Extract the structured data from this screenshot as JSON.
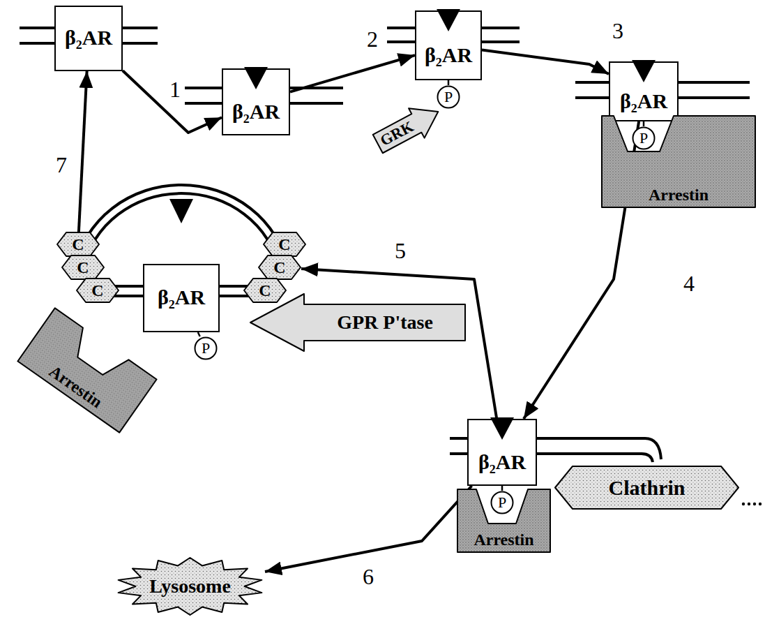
{
  "diagram": {
    "nodes": [
      {
        "text": [
          "β₂AR"
        ]
      },
      {
        "text": [
          "β₂AR"
        ]
      },
      {
        "text": [
          "β₂AR"
        ]
      },
      {
        "text": [
          "P"
        ]
      },
      {
        "text": [
          "GRK"
        ]
      },
      {
        "text": [
          "β₂AR"
        ]
      },
      {
        "text": [
          "P"
        ]
      },
      {
        "text": [
          "Arrestin"
        ]
      },
      {
        "text": [
          "β₂AR"
        ]
      },
      {
        "text": [
          "P"
        ]
      },
      {
        "text": [
          "Arrestin"
        ]
      },
      {
        "text": [
          "Clathrin"
        ]
      },
      {
        "text": [
          "C"
        ]
      },
      {
        "text": [
          "C"
        ]
      },
      {
        "text": [
          "C"
        ]
      },
      {
        "text": [
          "C"
        ]
      },
      {
        "text": [
          "C"
        ]
      },
      {
        "text": [
          "C"
        ]
      },
      {
        "text": [
          "β₂AR"
        ]
      },
      {
        "text": [
          "P"
        ]
      },
      {
        "text": [
          "Arrestin"
        ]
      },
      {
        "text": [
          "GPR P'tase"
        ]
      },
      {
        "text": [
          "Lysosome"
        ]
      }
    ],
    "edges": [
      {
        "from": 0,
        "to": 1,
        "arrow": "to",
        "label": "1"
      },
      {
        "from": 1,
        "to": 2,
        "arrow": "to",
        "label": "2"
      },
      {
        "from": 2,
        "to": 5,
        "arrow": "to",
        "label": "3"
      },
      {
        "from": 5,
        "to": 8,
        "arrow": "to",
        "label": "4"
      },
      {
        "from": 8,
        "to": 16,
        "arrow": "to",
        "label": "5"
      },
      {
        "from": 8,
        "to": 22,
        "arrow": "to",
        "label": "6"
      },
      {
        "from": 12,
        "to": 0,
        "arrow": "to",
        "label": "7"
      },
      {
        "from": 2,
        "to": 3,
        "arrow": "none"
      },
      {
        "from": 5,
        "to": 6,
        "arrow": "none"
      },
      {
        "from": 8,
        "to": 9,
        "arrow": "none"
      },
      {
        "from": 18,
        "to": 19,
        "arrow": "none"
      }
    ]
  }
}
